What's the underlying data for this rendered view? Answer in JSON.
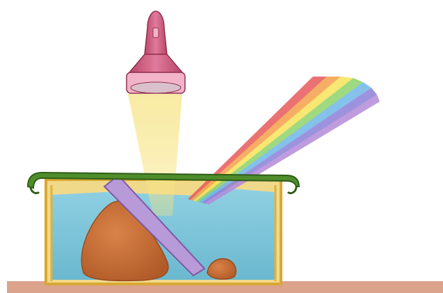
{
  "scene": {
    "elements": [
      "flashlight",
      "light-beam",
      "rainbow-spectrum",
      "water-tank",
      "glass-tank-lid",
      "mirror-plate",
      "large-rock",
      "small-rock",
      "table-surface"
    ]
  },
  "colors": {
    "flashlight_body": "#d0567a",
    "flashlight_rim": "#f3b4c9",
    "beam": "#f6e27a",
    "water": "#7fc8dc",
    "tank_frame": "#e0b23a",
    "lid": "#4f8d2c",
    "mirror": "#b89ad8",
    "rock": "#c86a32",
    "table": "#dba28c"
  },
  "spectrum": [
    "#e85a5a",
    "#f5a04a",
    "#f7e35a",
    "#8fd36a",
    "#6fb7e8",
    "#8d7fd8",
    "#b58bd9"
  ]
}
